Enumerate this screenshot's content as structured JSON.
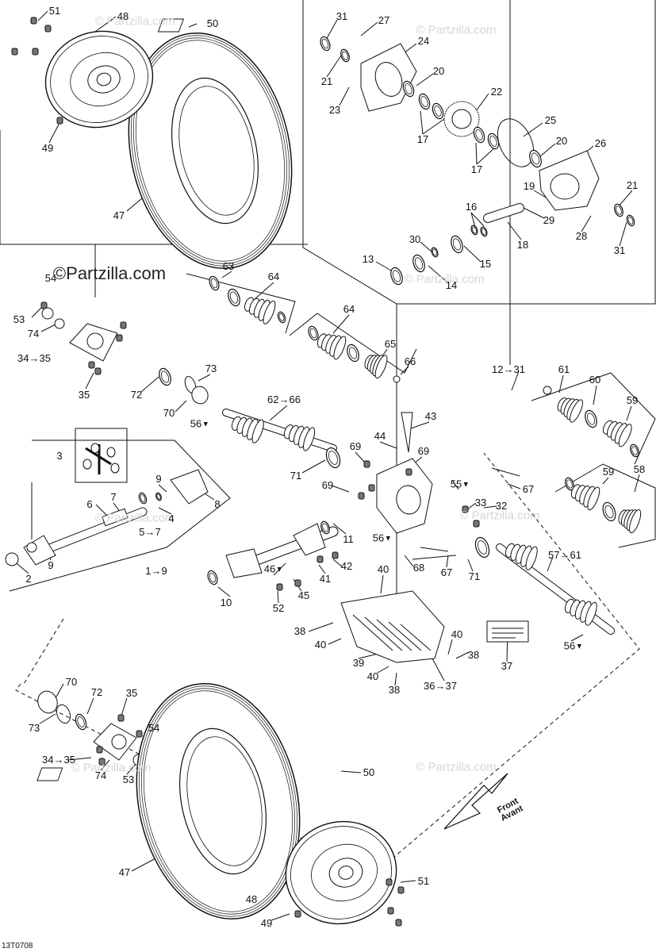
{
  "diagram_code": "13T0708",
  "watermarks": [
    "© Partzilla.com",
    "©Partzilla.com"
  ],
  "front_label": [
    "Front",
    "Avant"
  ],
  "labels": [
    {
      "id": "51a",
      "t": "51"
    },
    {
      "id": "48a",
      "t": "48"
    },
    {
      "id": "50a",
      "t": "50"
    },
    {
      "id": "49a",
      "t": "49"
    },
    {
      "id": "47a",
      "t": "47"
    },
    {
      "id": "31a",
      "t": "31"
    },
    {
      "id": "27",
      "t": "27"
    },
    {
      "id": "24",
      "t": "24"
    },
    {
      "id": "21a",
      "t": "21"
    },
    {
      "id": "20a",
      "t": "20"
    },
    {
      "id": "23",
      "t": "23"
    },
    {
      "id": "22",
      "t": "22"
    },
    {
      "id": "17a",
      "t": "17"
    },
    {
      "id": "25",
      "t": "25"
    },
    {
      "id": "20b",
      "t": "20"
    },
    {
      "id": "26",
      "t": "26"
    },
    {
      "id": "17b",
      "t": "17"
    },
    {
      "id": "19",
      "t": "19"
    },
    {
      "id": "21b",
      "t": "21"
    },
    {
      "id": "16",
      "t": "16"
    },
    {
      "id": "29",
      "t": "29"
    },
    {
      "id": "28",
      "t": "28"
    },
    {
      "id": "18",
      "t": "18"
    },
    {
      "id": "30",
      "t": "30"
    },
    {
      "id": "31b",
      "t": "31"
    },
    {
      "id": "13",
      "t": "13"
    },
    {
      "id": "15",
      "t": "15"
    },
    {
      "id": "14",
      "t": "14"
    },
    {
      "id": "54a",
      "t": "54"
    },
    {
      "id": "63",
      "t": "63"
    },
    {
      "id": "64a",
      "t": "64"
    },
    {
      "id": "53a",
      "t": "53"
    },
    {
      "id": "74a",
      "t": "74"
    },
    {
      "id": "64b",
      "t": "64"
    },
    {
      "id": "65",
      "t": "65"
    },
    {
      "id": "66",
      "t": "66"
    },
    {
      "id": "34a",
      "t": "34→35"
    },
    {
      "id": "73a",
      "t": "73"
    },
    {
      "id": "72a",
      "t": "72"
    },
    {
      "id": "35a",
      "t": "35"
    },
    {
      "id": "12to31",
      "t": "12→31"
    },
    {
      "id": "61a",
      "t": "61"
    },
    {
      "id": "60",
      "t": "60"
    },
    {
      "id": "70a",
      "t": "70"
    },
    {
      "id": "62to66",
      "t": "62→66"
    },
    {
      "id": "56a",
      "t": "56"
    },
    {
      "id": "59a",
      "t": "59"
    },
    {
      "id": "43",
      "t": "43"
    },
    {
      "id": "44",
      "t": "44"
    },
    {
      "id": "3",
      "t": "3"
    },
    {
      "id": "69a",
      "t": "69"
    },
    {
      "id": "69b",
      "t": "69"
    },
    {
      "id": "71a",
      "t": "71"
    },
    {
      "id": "9a",
      "t": "9"
    },
    {
      "id": "55",
      "t": "55"
    },
    {
      "id": "67a",
      "t": "67"
    },
    {
      "id": "59b",
      "t": "59"
    },
    {
      "id": "58",
      "t": "58"
    },
    {
      "id": "6",
      "t": "6"
    },
    {
      "id": "7",
      "t": "7"
    },
    {
      "id": "69c",
      "t": "69"
    },
    {
      "id": "33",
      "t": "33"
    },
    {
      "id": "8",
      "t": "8"
    },
    {
      "id": "4",
      "t": "4"
    },
    {
      "id": "32",
      "t": "32"
    },
    {
      "id": "5to7",
      "t": "5→7"
    },
    {
      "id": "11",
      "t": "11"
    },
    {
      "id": "56b",
      "t": "56"
    },
    {
      "id": "57to61",
      "t": "57→61"
    },
    {
      "id": "9b",
      "t": "9"
    },
    {
      "id": "2",
      "t": "2"
    },
    {
      "id": "1to9",
      "t": "1→9"
    },
    {
      "id": "42",
      "t": "42"
    },
    {
      "id": "68",
      "t": "68"
    },
    {
      "id": "67b",
      "t": "67"
    },
    {
      "id": "71b",
      "t": "71"
    },
    {
      "id": "46",
      "t": "46"
    },
    {
      "id": "41",
      "t": "41"
    },
    {
      "id": "40a",
      "t": "40"
    },
    {
      "id": "10",
      "t": "10"
    },
    {
      "id": "45",
      "t": "45"
    },
    {
      "id": "52",
      "t": "52"
    },
    {
      "id": "38a",
      "t": "38"
    },
    {
      "id": "40b",
      "t": "40"
    },
    {
      "id": "56c",
      "t": "56"
    },
    {
      "id": "40c",
      "t": "40"
    },
    {
      "id": "38b",
      "t": "38"
    },
    {
      "id": "39",
      "t": "39"
    },
    {
      "id": "40d",
      "t": "40"
    },
    {
      "id": "36to37",
      "t": "36→37"
    },
    {
      "id": "37",
      "t": "37"
    },
    {
      "id": "38c",
      "t": "38"
    },
    {
      "id": "70b",
      "t": "70"
    },
    {
      "id": "72b",
      "t": "72"
    },
    {
      "id": "35b",
      "t": "35"
    },
    {
      "id": "54b",
      "t": "54"
    },
    {
      "id": "73b",
      "t": "73"
    },
    {
      "id": "34b",
      "t": "34→35"
    },
    {
      "id": "74b",
      "t": "74"
    },
    {
      "id": "53b",
      "t": "53"
    },
    {
      "id": "50b",
      "t": "50"
    },
    {
      "id": "47b",
      "t": "47"
    },
    {
      "id": "51b",
      "t": "51"
    },
    {
      "id": "48b",
      "t": "48"
    },
    {
      "id": "49b",
      "t": "49"
    }
  ]
}
